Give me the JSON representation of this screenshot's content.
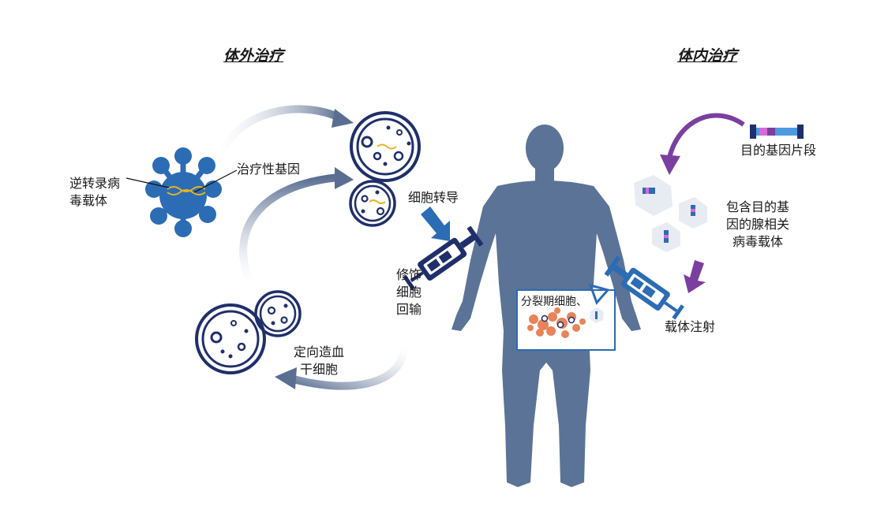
{
  "sections": {
    "ex_vivo_title": "体外治疗",
    "in_vivo_title": "体内治疗"
  },
  "labels": {
    "retroviral_vector": "逆转录病\n毒载体",
    "therapeutic_gene": "治疗性基因",
    "cell_transduction": "细胞转导",
    "modified_cell_reinfusion": "修饰\n细胞\n回输",
    "directed_hsc": "定向造血\n干细胞",
    "target_gene_fragment": "目的基因片段",
    "aav_vector": "包含目的基\n因的腺相关\n病毒载体",
    "vector_injection": "载体注射",
    "dividing_cells": "分裂期细胞、"
  },
  "colors": {
    "navy": "#1f2f6b",
    "blue": "#2c6cb4",
    "body": "#5b7397",
    "arrow_gray": "#8a96ad",
    "purple": "#7b3fa0",
    "orange": "#e8835a",
    "dna": "#e6b422"
  }
}
